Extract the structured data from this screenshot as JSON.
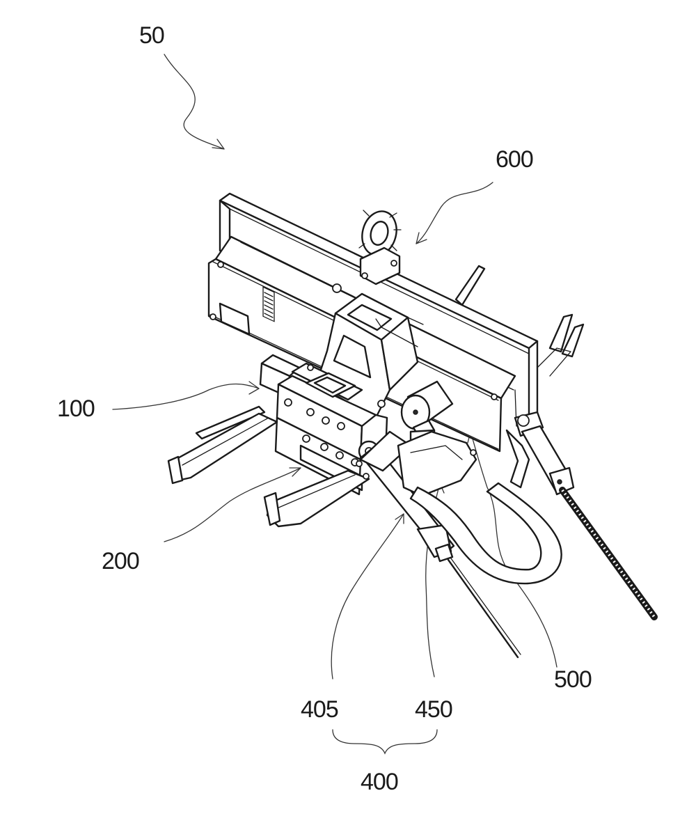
{
  "figure": {
    "labels": {
      "assembly": "50",
      "frame": "600",
      "part_100": "100",
      "part_200": "200",
      "part_500": "500",
      "part_405": "405",
      "part_450": "450",
      "group_400": "400"
    }
  }
}
